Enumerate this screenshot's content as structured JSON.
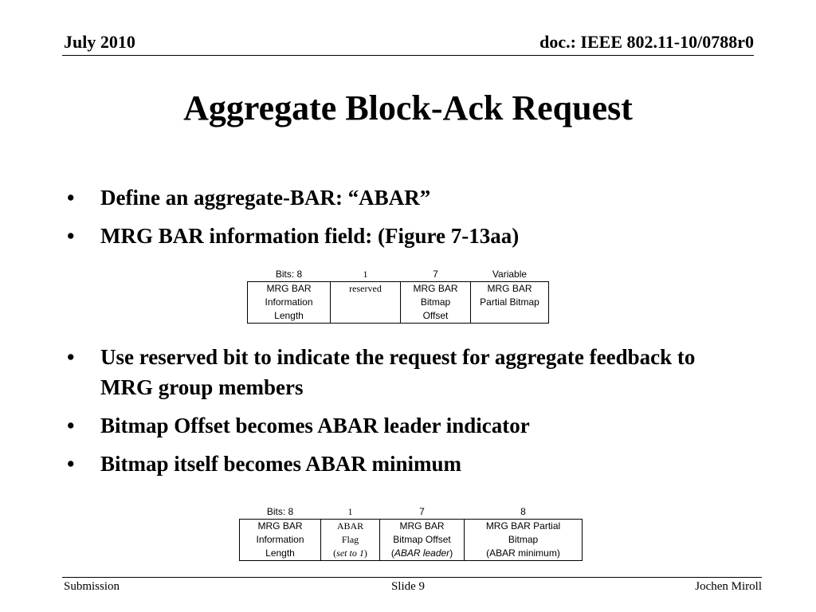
{
  "header": {
    "date": "July 2010",
    "doc": "doc.: IEEE 802.11-10/0788r0"
  },
  "title": "Aggregate Block-Ack Request",
  "bullets_top": [
    "Define an aggregate-BAR: “ABAR”",
    "MRG BAR information field: (Figure 7-13aa)"
  ],
  "table1": {
    "bits": [
      "Bits: 8",
      "1",
      "7",
      "Variable"
    ],
    "cells": [
      [
        "MRG BAR",
        "Information",
        "Length"
      ],
      [
        "reserved"
      ],
      [
        "MRG BAR",
        "Bitmap",
        "Offset"
      ],
      [
        "MRG BAR",
        "Partial Bitmap"
      ]
    ]
  },
  "bullets_bottom": [
    "Use reserved bit to indicate the request for aggregate feedback to MRG group members",
    "Bitmap Offset becomes ABAR leader indicator",
    "Bitmap itself becomes ABAR minimum"
  ],
  "table2": {
    "bits": [
      "Bits: 8",
      "1",
      "7",
      "8"
    ],
    "cells": [
      [
        "MRG BAR",
        "Information",
        "Length"
      ],
      [
        "ABAR",
        "Flag",
        "(",
        "set to 1",
        ")"
      ],
      [
        "MRG BAR",
        "Bitmap Offset",
        "(",
        "ABAR leader",
        ")"
      ],
      [
        "MRG BAR Partial",
        "Bitmap",
        "(ABAR minimum)"
      ]
    ]
  },
  "footer": {
    "left": "Submission",
    "center": "Slide 9",
    "right": "Jochen Miroll"
  }
}
